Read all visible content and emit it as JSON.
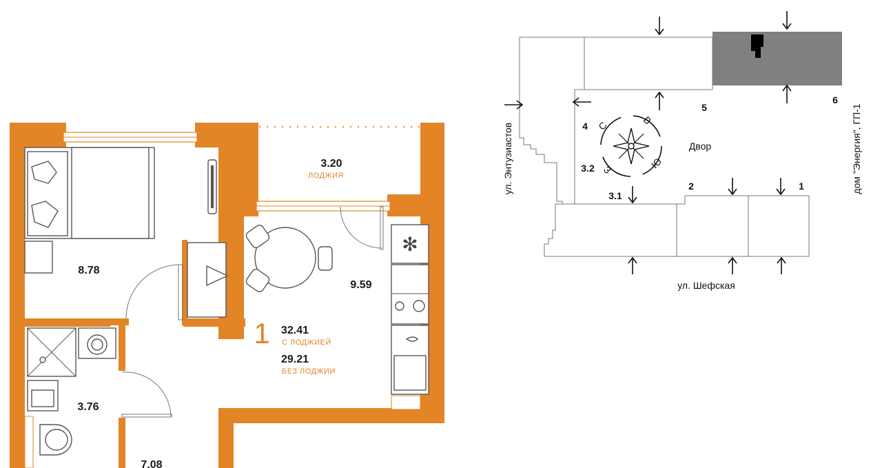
{
  "colors": {
    "wall": "#e38426",
    "neighbor_building": "#808080",
    "text": "#1a1a1a"
  },
  "plan": {
    "apartment": {
      "rooms_count": "1",
      "total_with_loggia": "32.41",
      "total_with_loggia_label": "С ЛОДЖИЕЙ",
      "total_without_loggia": "29.21",
      "total_without_loggia_label": "БЕЗ ЛОДЖИИ"
    },
    "rooms": {
      "loggia_area": "3.20",
      "loggia_label": "ЛОДЖИЯ",
      "bedroom_area": "8.78",
      "kitchen_area": "9.59",
      "bathroom_area": "3.76",
      "hall_area": "7.08"
    },
    "icons": [
      "sofa-icon",
      "tv-icon",
      "hanger-icon",
      "dining-table-icon",
      "fridge-icon",
      "stove-icon",
      "sink-icon",
      "shower-icon",
      "washing-machine-icon",
      "toilet-icon",
      "basin-icon"
    ]
  },
  "site": {
    "street_left": "ул. Энтузиастов",
    "street_bottom": "ул. Шефская",
    "neighbor": "дом \"Энергия\", ГП-1",
    "courtyard": "Двор",
    "section_numbers": [
      "1",
      "2",
      "3.1",
      "3.2",
      "4",
      "5",
      "6"
    ],
    "compass": {
      "north": "С",
      "east": "В",
      "south": "Ю",
      "west": "З"
    },
    "icons": [
      "compass-icon",
      "entrance-arrow-icon",
      "highlight-marker-icon"
    ]
  }
}
